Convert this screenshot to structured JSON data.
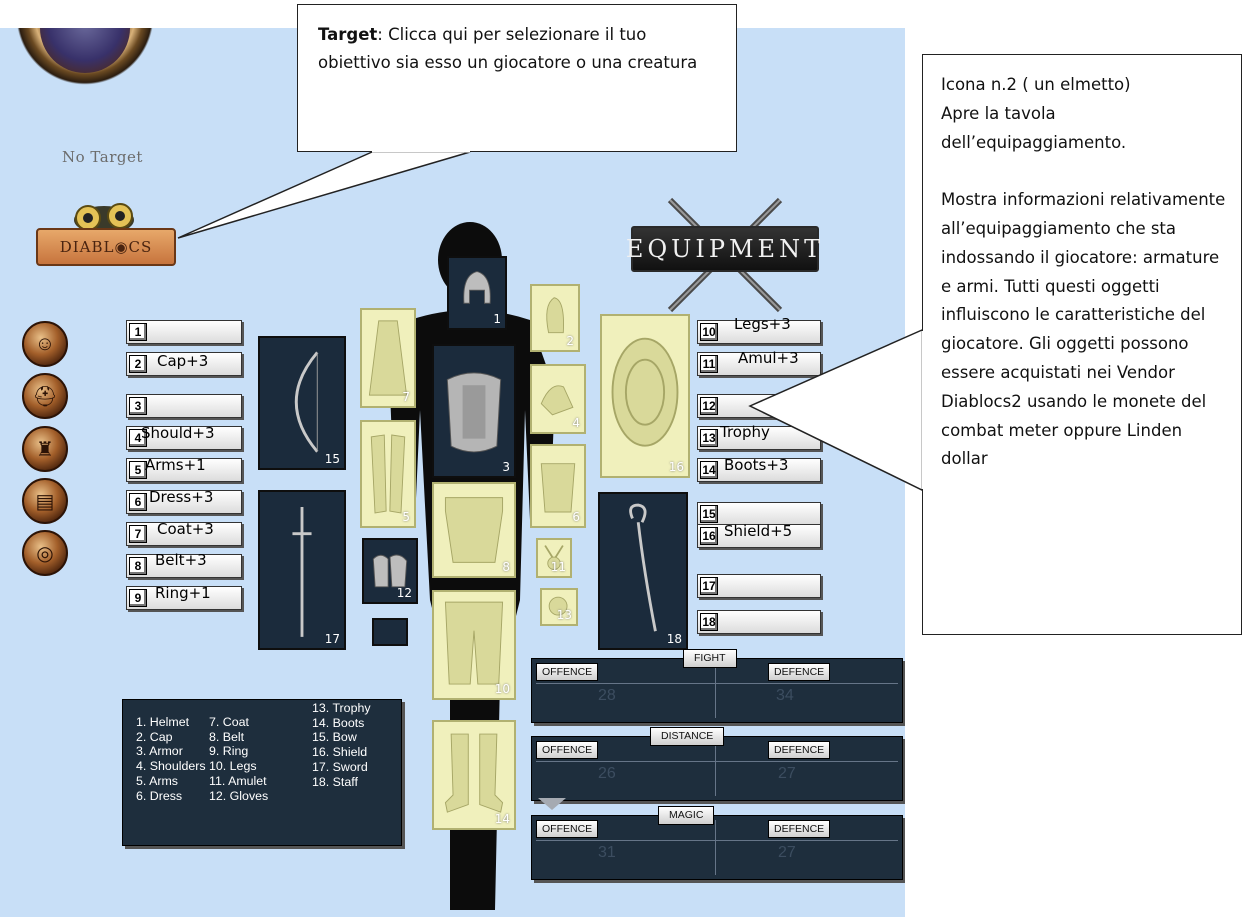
{
  "callouts": {
    "target": {
      "bold": "Target",
      "text": ": Clicca qui per selezionare il tuo obiettivo sia esso un giocatore o una creatura"
    },
    "equipment": {
      "lines": [
        "Icona n.2 ( un elmetto)",
        "Apre la tavola",
        "dell’equipaggiamento."
      ],
      "paragraph": "Mostra informazioni relativamente all’equipaggiamento che sta indossando il giocatore: armature e armi. Tutti questi oggetti influiscono le caratteristiche del giocatore. Gli oggetti possono essere acquistati nei Vendor Diablocs2 usando le monete del combat meter  oppure Linden dollar"
    }
  },
  "hud": {
    "no_target": "No Target",
    "diablocs_logo": "DIABL◉CS",
    "equipment_logo": "EQUIPMENT"
  },
  "side_icons": [
    "mask-icon",
    "helmet-icon",
    "pouch-icon",
    "scroll-icon",
    "coins-icon"
  ],
  "left_slots": [
    {
      "num": "1",
      "label": ""
    },
    {
      "num": "2",
      "label": "Cap+3"
    },
    {
      "num": "3",
      "label": ""
    },
    {
      "num": "4",
      "label": "Should+3"
    },
    {
      "num": "5",
      "label": "Arms+1"
    },
    {
      "num": "6",
      "label": "Dress+3"
    },
    {
      "num": "7",
      "label": "Coat+3"
    },
    {
      "num": "8",
      "label": "Belt+3"
    },
    {
      "num": "9",
      "label": "Ring+1"
    }
  ],
  "right_slots": [
    {
      "num": "10",
      "label": "Legs+3"
    },
    {
      "num": "11",
      "label": "Amul+3"
    },
    {
      "num": "12",
      "label": ""
    },
    {
      "num": "13",
      "label": "Trophy"
    },
    {
      "num": "14",
      "label": "Boots+3"
    },
    {
      "num": "15",
      "label": ""
    },
    {
      "num": "16",
      "label": "Shield+5"
    },
    {
      "num": "17",
      "label": ""
    },
    {
      "num": "18",
      "label": ""
    }
  ],
  "tiles": {
    "t1": "1",
    "t2": "2",
    "t3": "3",
    "t4": "4",
    "t5": "5",
    "t6": "6",
    "t7": "7",
    "t8": "8",
    "t10": "10",
    "t11": "11",
    "t12": "12",
    "t13": "13",
    "t14": "14",
    "t15": "15",
    "t16": "16",
    "t17": "17",
    "t18": "18"
  },
  "legend": {
    "col1": [
      "1. Helmet",
      "2. Cap",
      "3. Armor",
      "4. Shoulders",
      "5. Arms",
      "6. Dress"
    ],
    "col2": [
      "7. Coat",
      "8. Belt",
      "9. Ring",
      "10. Legs",
      "11. Amulet",
      "12. Gloves"
    ],
    "col3": [
      "13. Trophy",
      "14. Boots",
      "15. Bow",
      "16. Shield",
      "17. Sword",
      "18. Staff"
    ]
  },
  "combat": {
    "fight": {
      "title": "FIGHT",
      "offence_label": "OFFENCE",
      "defence_label": "DEFENCE",
      "offence": "28",
      "defence": "34"
    },
    "distance": {
      "title": "DISTANCE",
      "offence_label": "OFFENCE",
      "defence_label": "DEFENCE",
      "offence": "26",
      "defence": "27"
    },
    "magic": {
      "title": "MAGIC",
      "offence_label": "OFFENCE",
      "defence_label": "DEFENCE",
      "offence": "31",
      "defence": "27"
    }
  },
  "colors": {
    "background": "#c8dff7",
    "panel": "#1e2e3d",
    "tile_light": "#f0f0bc"
  }
}
